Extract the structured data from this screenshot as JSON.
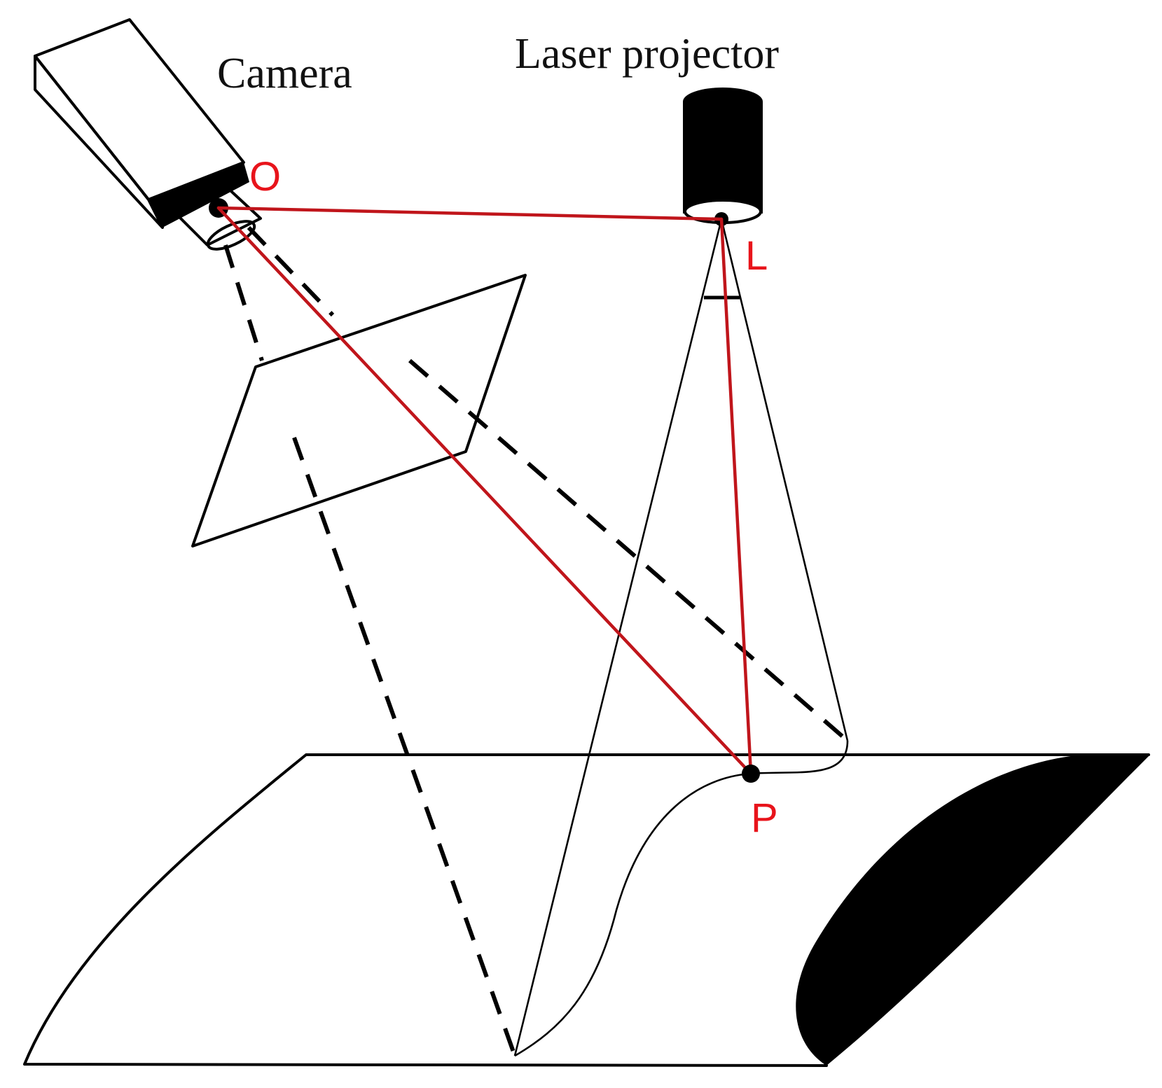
{
  "labels": {
    "camera": "Camera",
    "laser_projector": "Laser projector",
    "point_o": "O",
    "point_l": "L",
    "point_p": "P"
  },
  "colors": {
    "ray": "#c0151b",
    "point_label": "#e8141b",
    "line": "#000000"
  }
}
